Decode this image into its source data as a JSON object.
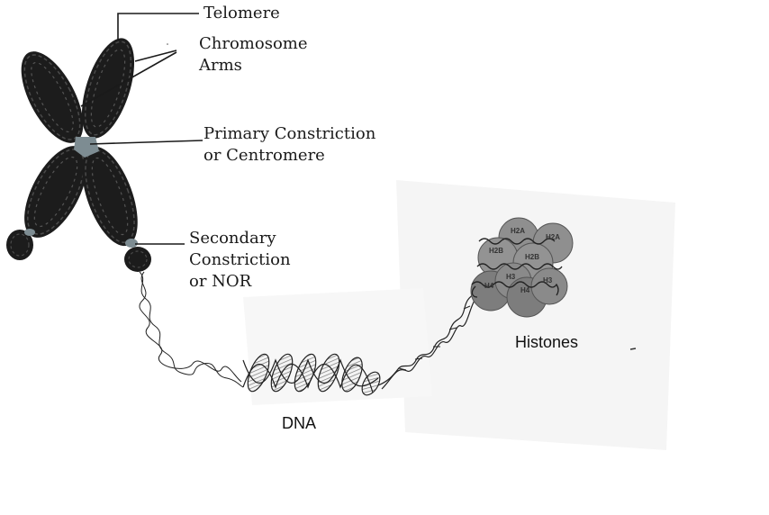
{
  "labels": {
    "telomere": "Telomere",
    "arms_line1": "Chromosome",
    "arms_line2": "Arms",
    "primary_line1": "Primary Constriction",
    "primary_line2": "or Centromere",
    "secondary_line1": "Secondary",
    "secondary_line2": "Constriction",
    "secondary_line3": "or NOR",
    "dna": "DNA",
    "histones": "Histones"
  },
  "histone_subunits": [
    "H2A",
    "H2A",
    "H2B",
    "H2B",
    "H4",
    "H3",
    "H4",
    "H3"
  ],
  "colors": {
    "chromatin": "#1c1c1c",
    "constriction": "#7d8c92",
    "histone": "#8a8a8a",
    "dna_stroke": "#222222"
  }
}
